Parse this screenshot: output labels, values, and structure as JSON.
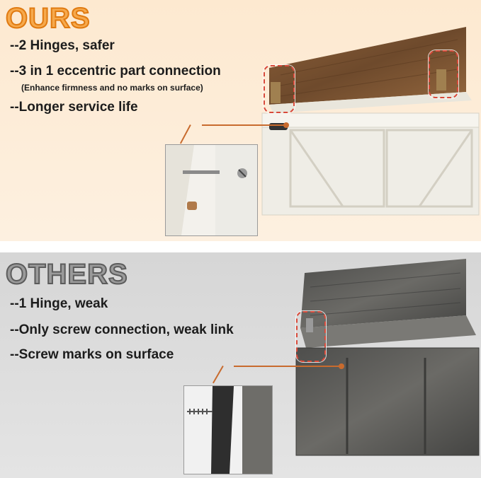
{
  "ours": {
    "headline": "OURS",
    "bullets": [
      "--2 Hinges, safer",
      "--3 in 1 eccentric part connection",
      "--Longer service life"
    ],
    "note": "(Enhance firmness and no marks on surface)"
  },
  "others": {
    "headline": "OTHERS",
    "bullets": [
      "--1 Hinge, weak",
      "--Only screw connection, weak link",
      "--Screw marks on surface"
    ]
  },
  "colors": {
    "ours_bg": "#fde9d0",
    "others_bg": "#d6d6d6",
    "accent_orange": "#e88a1e",
    "dashed_red": "#d84a3a",
    "white_bench": "#efede6",
    "rustic_wood": "#7a5232",
    "gray_wood": "#5a5a58"
  }
}
